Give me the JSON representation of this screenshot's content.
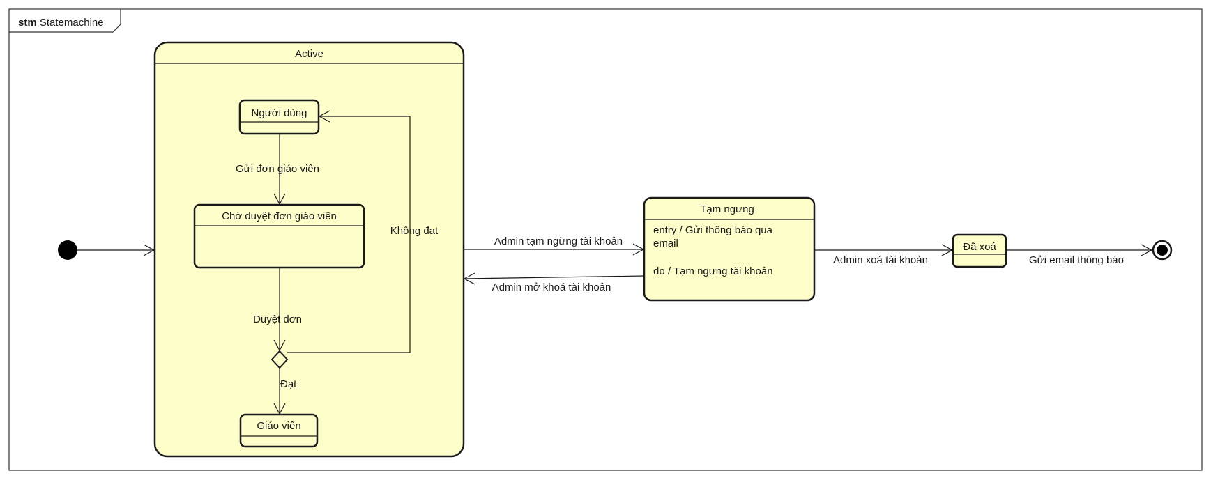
{
  "frame": {
    "keyword": "stm",
    "name": "Statemachine"
  },
  "states": {
    "active": "Active",
    "nguoi_dung": "Người dùng",
    "cho_duyet": "Chờ duyệt đơn giáo viên",
    "giao_vien": "Giáo viên",
    "tam_ngung": {
      "title": "Tạm ngưng",
      "entry_line1": "entry / Gửi thông báo qua",
      "entry_line2": "email",
      "do_action": "do / Tạm ngưng tài khoản"
    },
    "da_xoa": "Đã xoá"
  },
  "transitions": {
    "gui_don": "Gửi đơn giáo viên",
    "duyet_don": "Duyệt đơn",
    "dat": "Đạt",
    "khong_dat": "Không đạt",
    "admin_tam_ngung": "Admin tạm ngừng tài khoản",
    "admin_mo_khoa": "Admin mở khoá tài khoản",
    "admin_xoa": "Admin xoá tài khoản",
    "gui_email": "Gửi email thông báo"
  }
}
